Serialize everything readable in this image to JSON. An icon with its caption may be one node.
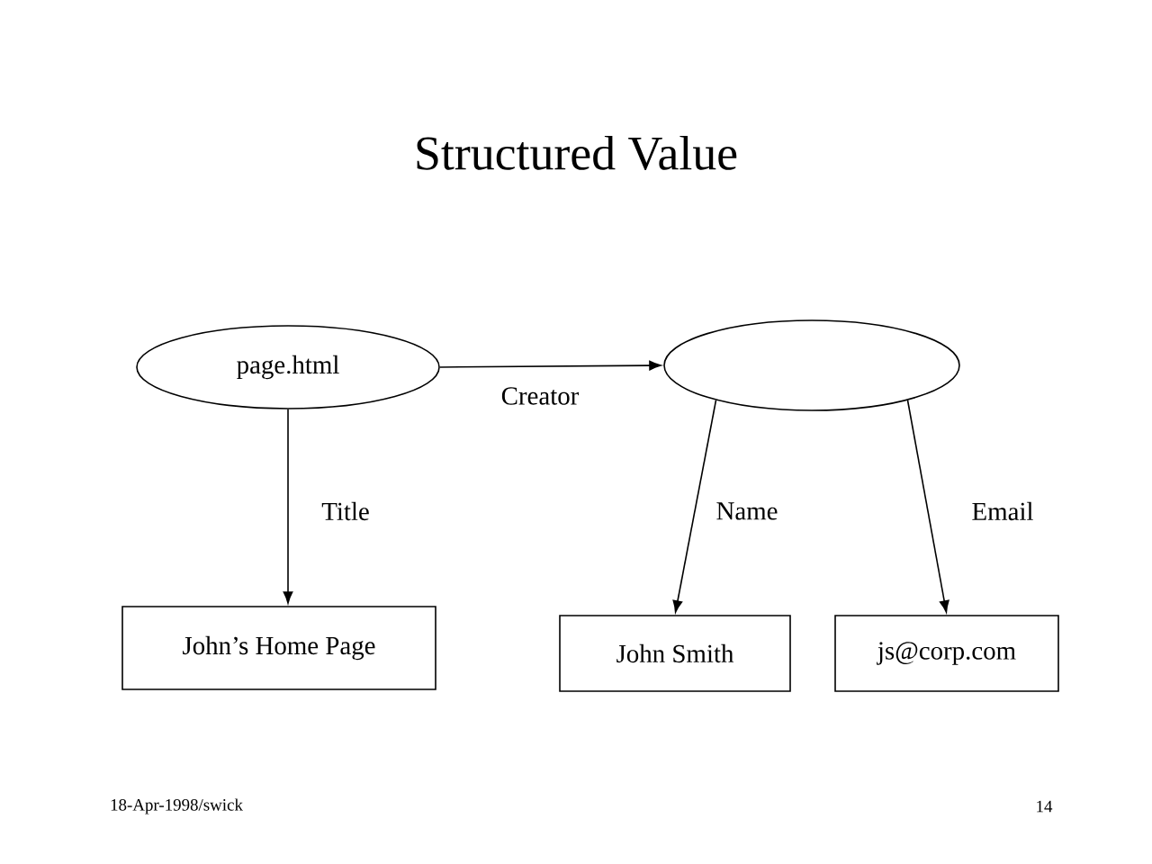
{
  "diagram": {
    "title": "Structured Value",
    "nodes": [
      {
        "text": [
          "page.html"
        ]
      },
      {
        "text": [],
        "shape": "ellipse"
      },
      {
        "text": [
          "John’s Home Page"
        ]
      },
      {
        "text": [
          "John Smith"
        ]
      },
      {
        "text": [
          "js@corp.com"
        ]
      }
    ],
    "edges": [
      {
        "from": 0,
        "to": 1,
        "arrow": "to",
        "label": "Creator"
      },
      {
        "from": 0,
        "to": 2,
        "arrow": "to",
        "label": "Title"
      },
      {
        "from": 1,
        "to": 3,
        "arrow": "to",
        "label": "Name"
      },
      {
        "from": 1,
        "to": 4,
        "arrow": "to",
        "label": "Email"
      }
    ],
    "labels": [
      "18-Apr-1998/swick",
      "14"
    ]
  }
}
